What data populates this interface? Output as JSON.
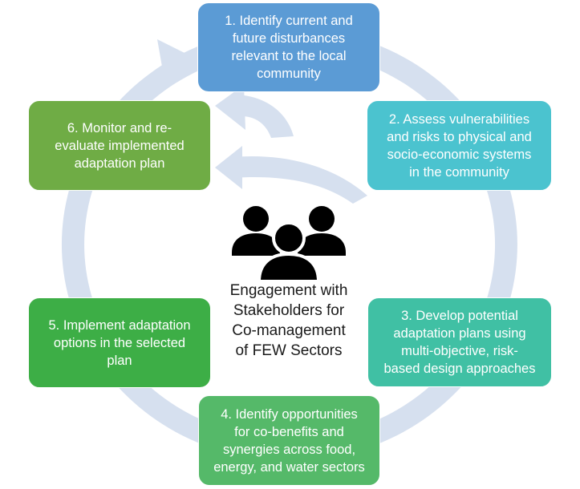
{
  "colors": {
    "ring": "#d6e0ef",
    "step_1": "#5b9bd5",
    "step_2": "#4bc3cf",
    "step_3": "#40c0a4",
    "step_4": "#55b969",
    "step_5": "#3dae46",
    "step_6": "#6fac45",
    "people_icon": "#000000"
  },
  "center": {
    "icon": "people-group-icon",
    "lines": [
      "Engagement with",
      "Stakeholders for",
      "Co-management",
      "of FEW Sectors"
    ]
  },
  "steps": [
    {
      "lines": [
        "1. Identify current and",
        "future disturbances",
        "relevant to the local",
        "community"
      ]
    },
    {
      "lines": [
        "2. Assess vulnerabilities",
        "and risks to physical and",
        "socio-economic systems",
        "in the community"
      ]
    },
    {
      "lines": [
        "3. Develop potential",
        "adaptation plans using",
        "multi-objective, risk-",
        "based design approaches"
      ]
    },
    {
      "lines": [
        "4. Identify opportunities",
        "for co-benefits and",
        "synergies across food,",
        "energy, and water sectors"
      ]
    },
    {
      "lines": [
        "5. Implement adaptation",
        "options in the selected",
        "plan"
      ]
    },
    {
      "lines": [
        "6. Monitor and re-",
        "evaluate implemented",
        "adaptation plan"
      ]
    }
  ]
}
